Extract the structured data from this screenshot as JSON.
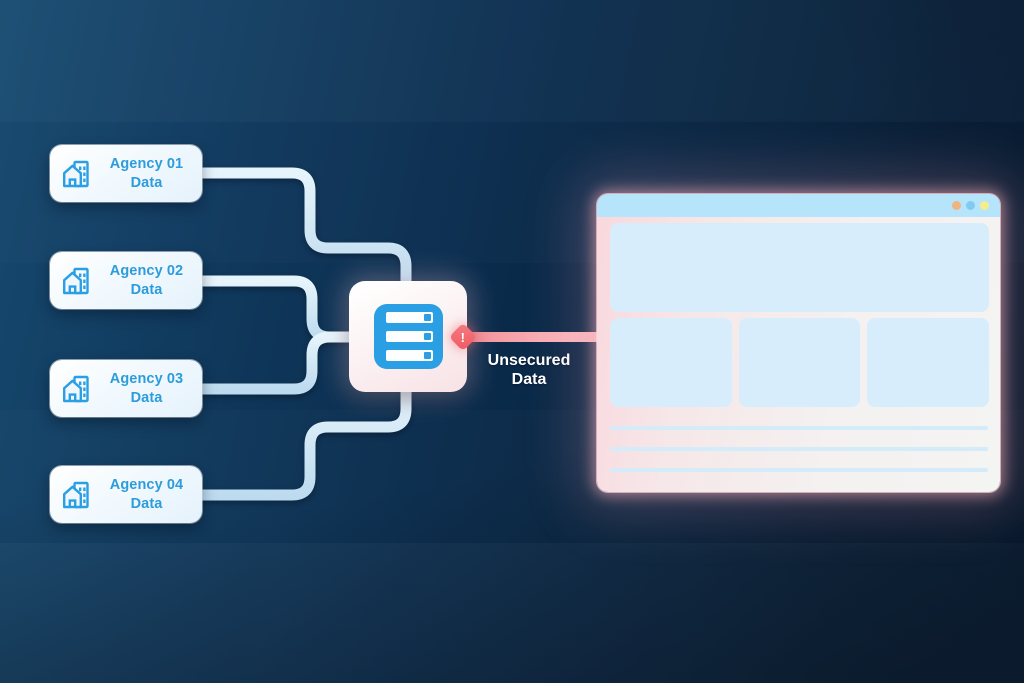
{
  "agencies": [
    {
      "line1": "Agency 01",
      "line2": "Data",
      "icon": "agency-building-icon"
    },
    {
      "line1": "Agency 02",
      "line2": "Data",
      "icon": "agency-building-icon"
    },
    {
      "line1": "Agency 03",
      "line2": "Data",
      "icon": "agency-building-icon"
    },
    {
      "line1": "Agency 04",
      "line2": "Data",
      "icon": "agency-building-icon"
    }
  ],
  "server": {
    "icon": "server-stack-icon"
  },
  "warning": {
    "icon": "warning-diamond-icon",
    "badge_symbol": "!",
    "label_line1": "Unsecured",
    "label_line2": "Data"
  },
  "browser_window": {
    "window_dots": [
      {
        "name": "dot-orange",
        "hex": "#F0B57E"
      },
      {
        "name": "dot-blue",
        "hex": "#7FCBF2"
      },
      {
        "name": "dot-yellow",
        "hex": "#F5EC8E"
      }
    ],
    "placeholders": {
      "hero_panels": 1,
      "cards": 3,
      "text_lines": 3
    }
  },
  "colors": {
    "accent_blue": "#2B9FE3",
    "label_blue": "#2D9CDB",
    "connector_blue": "#C9E3F5",
    "warning_red": "#EF5A62",
    "unsecured_line_pink": "#F8ACB3",
    "browser_bar_blue": "#B6E4FB",
    "panel_blue": "#D8EDFB",
    "background_navy_light": "#17496F",
    "background_navy_dark": "#061A31",
    "text_white": "#FFFFFF"
  }
}
